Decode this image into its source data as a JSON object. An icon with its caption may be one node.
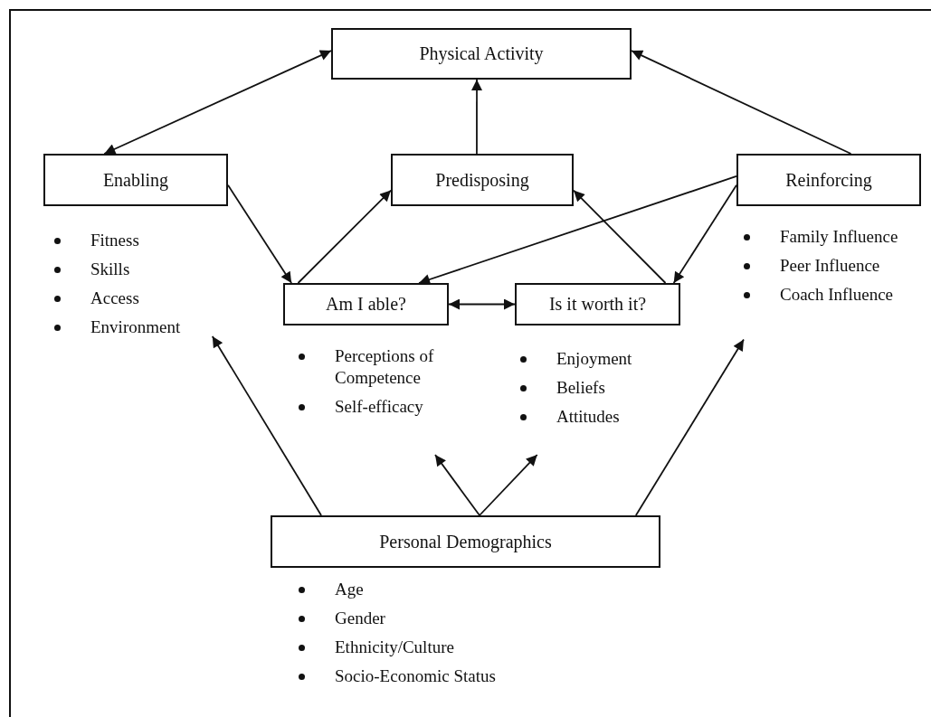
{
  "diagram": {
    "nodes": [
      {
        "text": [
          "Physical Activity"
        ]
      },
      {
        "text": [
          "Enabling"
        ]
      },
      {
        "text": [
          "Predisposing"
        ]
      },
      {
        "text": [
          "Reinforcing"
        ]
      },
      {
        "text": [
          "Fitness",
          "Skills",
          "Access",
          "Environment"
        ]
      },
      {
        "text": [
          "Family Influence",
          "Peer Influence",
          "Coach Influence"
        ]
      },
      {
        "text": [
          "Am I able?"
        ]
      },
      {
        "text": [
          "Is it worth it?"
        ]
      },
      {
        "text": [
          "Perceptions of Competence",
          "Self-efficacy"
        ]
      },
      {
        "text": [
          "Enjoyment",
          "Beliefs",
          "Attitudes"
        ]
      },
      {
        "text": [
          "Personal Demographics"
        ]
      },
      {
        "text": [
          "Age",
          "Gender",
          "Ethnicity/Culture",
          "Socio-Economic Status"
        ]
      }
    ],
    "edges": [
      {
        "from": 1,
        "to": 0,
        "arrow": "both"
      },
      {
        "from": 2,
        "to": 0,
        "arrow": "to"
      },
      {
        "from": 3,
        "to": 0,
        "arrow": "to"
      },
      {
        "from": 1,
        "to": 6,
        "arrow": "to"
      },
      {
        "from": 6,
        "to": 2,
        "arrow": "to"
      },
      {
        "from": 3,
        "to": 6,
        "arrow": "to"
      },
      {
        "from": 3,
        "to": 7,
        "arrow": "to"
      },
      {
        "from": 7,
        "to": 2,
        "arrow": "to"
      },
      {
        "from": 6,
        "to": 7,
        "arrow": "both"
      },
      {
        "from": 10,
        "to": 4,
        "arrow": "to"
      },
      {
        "from": 10,
        "to": 8,
        "arrow": "to"
      },
      {
        "from": 10,
        "to": 9,
        "arrow": "to"
      },
      {
        "from": 10,
        "to": 5,
        "arrow": "to"
      }
    ]
  }
}
